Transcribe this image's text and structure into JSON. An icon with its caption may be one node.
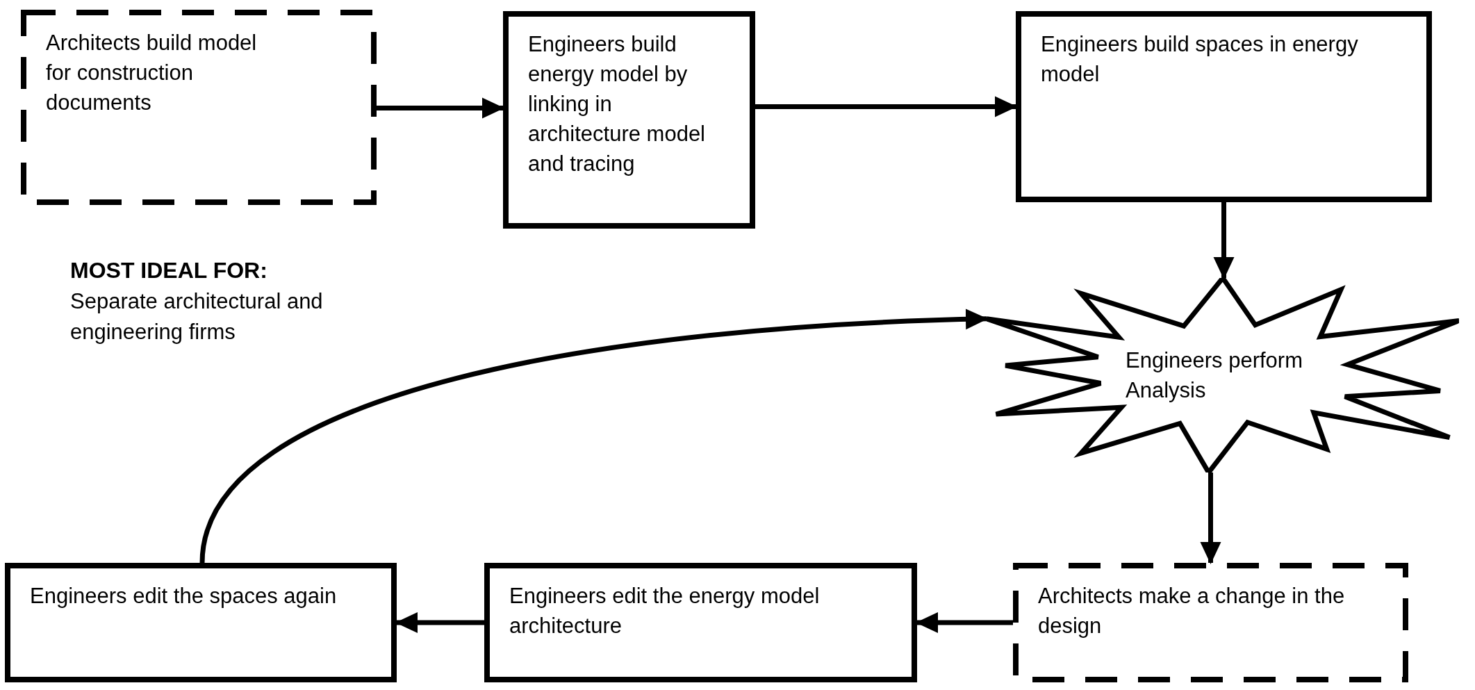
{
  "diagram": {
    "nodes": [
      {
        "text": [
          "Architects build model for construction documents"
        ]
      },
      {
        "text": [
          "Engineers build energy model by linking in architecture model and tracing"
        ]
      },
      {
        "text": [
          "Engineers build spaces in energy model"
        ]
      },
      {
        "text": [
          "Engineers perform Analysis"
        ]
      },
      {
        "text": [
          "Architects make a change in the design"
        ]
      },
      {
        "text": [
          "Engineers edit the energy model architecture"
        ]
      },
      {
        "text": [
          "Engineers edit the spaces again"
        ]
      }
    ],
    "edges": [
      {
        "from": 0,
        "to": 1,
        "arrow": "to"
      },
      {
        "from": 1,
        "to": 2,
        "arrow": "to"
      },
      {
        "from": 2,
        "to": 3,
        "arrow": "to"
      },
      {
        "from": 3,
        "to": 4,
        "arrow": "to"
      },
      {
        "from": 4,
        "to": 5,
        "arrow": "to"
      },
      {
        "from": 5,
        "to": 6,
        "arrow": "to"
      },
      {
        "from": 6,
        "to": 3,
        "arrow": "to"
      }
    ],
    "labels": [
      "MOST IDEAL FOR:",
      "Separate architectural and engineering firms"
    ]
  }
}
